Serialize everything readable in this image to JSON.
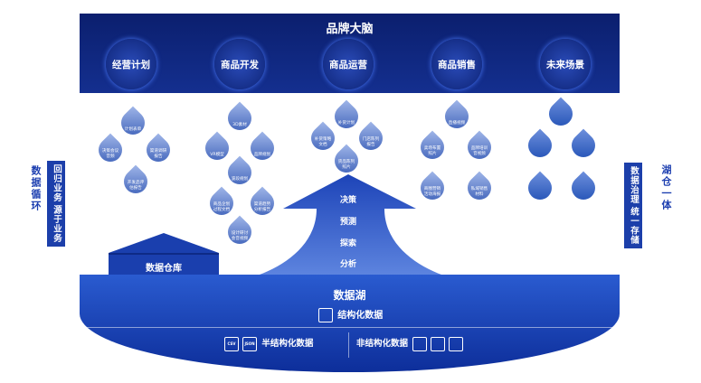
{
  "banner": {
    "title": "品牌大脑",
    "nodes": [
      "经营计划",
      "商品开发",
      "商品运营",
      "商品销售",
      "未来场景"
    ]
  },
  "drops": [
    {
      "label": "计划表单"
    },
    {
      "label": "决策会议音频"
    },
    {
      "label": "渠道调研报告"
    },
    {
      "label": "开发品评估报告"
    },
    {
      "label": "3D素材"
    },
    {
      "label": "VR模型"
    },
    {
      "label": "品牌规划"
    },
    {
      "label": "波段规划"
    },
    {
      "label": "商品企划过程文档"
    },
    {
      "label": "渠道趋势分析报告"
    },
    {
      "label": "设计研讨会音视频"
    },
    {
      "label": "补货计划"
    },
    {
      "label": "补货策略文档"
    },
    {
      "label": "门店陈列报告"
    },
    {
      "label": "货品陈列照片"
    },
    {
      "label": "直播视频"
    },
    {
      "label": "卖场布置照片"
    },
    {
      "label": "品牌培训音视频"
    },
    {
      "label": "商圈营销活动海报"
    },
    {
      "label": "私域销售材料"
    },
    {
      "label": ""
    },
    {
      "label": ""
    },
    {
      "label": ""
    },
    {
      "label": ""
    },
    {
      "label": ""
    }
  ],
  "left": {
    "side": "数据循环",
    "box": [
      "回归业务",
      "源于业务"
    ]
  },
  "right": {
    "side": "湖仓一体",
    "box": [
      "数据治理",
      "统一存储"
    ]
  },
  "warehouse": "数据仓库",
  "arrow": [
    "决策",
    "预测",
    "探索",
    "分析"
  ],
  "lake": {
    "title": "数据湖",
    "structured": "结构化数据",
    "semi": "半结构化数据",
    "unstructured": "非结构化数据",
    "icons": {
      "csv": "CSV",
      "json": "JSON"
    }
  }
}
